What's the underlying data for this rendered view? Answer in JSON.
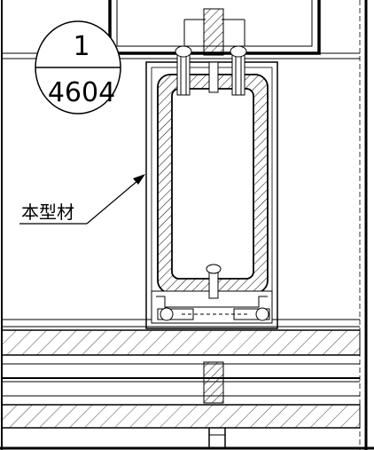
{
  "detail": {
    "number": "1",
    "sheet": "4604"
  },
  "callout": {
    "label": "本型材"
  },
  "colors": {
    "ink": "#000000",
    "paper": "#ffffff"
  }
}
